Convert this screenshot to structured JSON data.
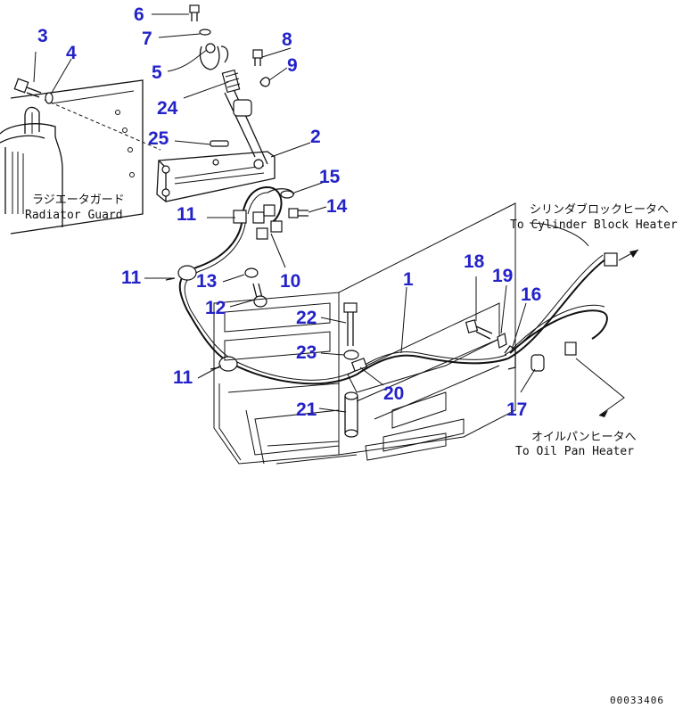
{
  "callouts": {
    "c1": "1",
    "c2": "2",
    "c3": "3",
    "c4": "4",
    "c5": "5",
    "c6": "6",
    "c7": "7",
    "c8": "8",
    "c9": "9",
    "c10": "10",
    "c11a": "11",
    "c11b": "11",
    "c11c": "11",
    "c12": "12",
    "c13": "13",
    "c14": "14",
    "c15": "15",
    "c16": "16",
    "c17": "17",
    "c18": "18",
    "c19": "19",
    "c20": "20",
    "c21": "21",
    "c22": "22",
    "c23": "23",
    "c24": "24",
    "c25": "25"
  },
  "notes": {
    "radiator_guard_jp": "ラジエータガード",
    "radiator_guard_en": "Radiator Guard",
    "cylinder_block_jp": "シリンダブロックヒータへ",
    "cylinder_block_en": "To Cylinder Block Heater",
    "oil_pan_jp": "オイルパンヒータへ",
    "oil_pan_en": "To Oil Pan Heater"
  },
  "document_id": "00033406",
  "colors": {
    "callout": "#2323c8",
    "line": "#111111",
    "background": "#ffffff"
  }
}
